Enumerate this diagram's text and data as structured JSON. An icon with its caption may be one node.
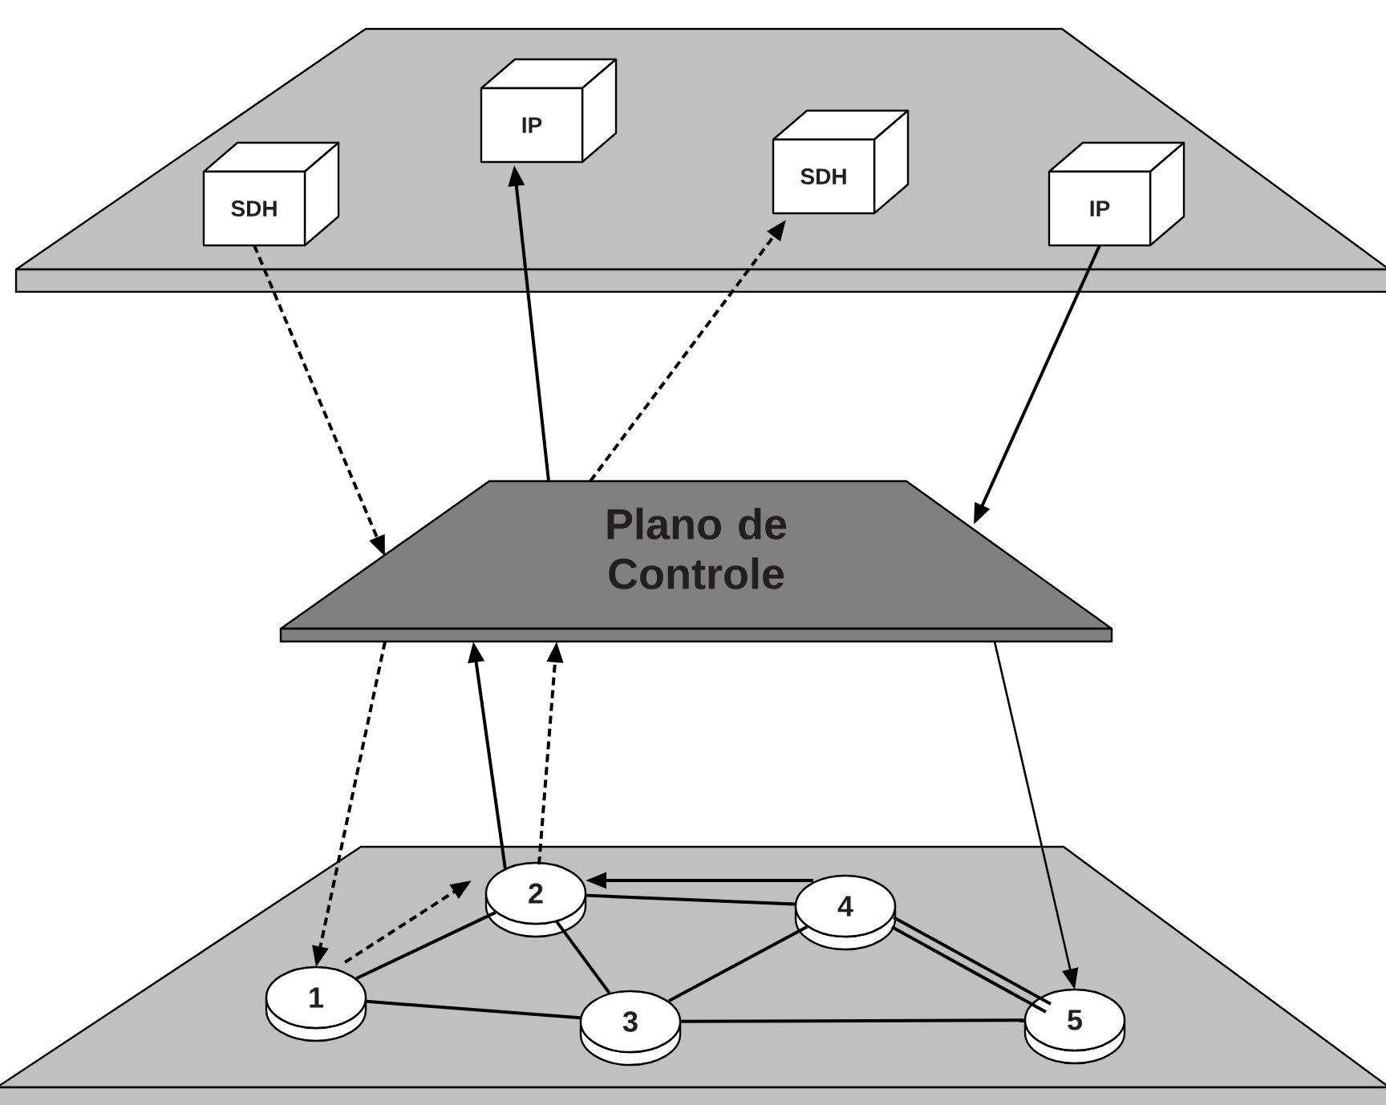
{
  "diagram": {
    "nodes": [
      {
        "text": [],
        "shape": "trapezoid"
      },
      {
        "text": [
          "SDH"
        ],
        "in": 0
      },
      {
        "text": [
          "IP"
        ],
        "in": 0
      },
      {
        "text": [
          "SDH"
        ],
        "in": 0
      },
      {
        "text": [
          "IP"
        ],
        "in": 0
      },
      {
        "text": [
          "Plano de Controle"
        ]
      },
      {
        "text": [],
        "shape": "trapezoid"
      },
      {
        "text": [
          "1"
        ],
        "in": 6
      },
      {
        "text": [
          "2"
        ],
        "in": 6
      },
      {
        "text": [
          "3"
        ],
        "in": 6
      },
      {
        "text": [
          "4"
        ],
        "in": 6
      },
      {
        "text": [
          "5"
        ],
        "in": 6
      }
    ],
    "edges": [
      {
        "from": 1,
        "to": 5,
        "arrow": "to",
        "style": "dashed"
      },
      {
        "from": 5,
        "to": 2,
        "arrow": "to"
      },
      {
        "from": 5,
        "to": 3,
        "arrow": "to",
        "style": "dashed"
      },
      {
        "from": 4,
        "to": 5,
        "arrow": "to"
      },
      {
        "from": 5,
        "to": 7,
        "arrow": "to",
        "style": "dashed"
      },
      {
        "from": 8,
        "to": 5,
        "arrow": "to"
      },
      {
        "from": 8,
        "to": 5,
        "arrow": "to",
        "style": "dashed"
      },
      {
        "from": 5,
        "to": 11,
        "arrow": "to"
      },
      {
        "from": 7,
        "to": 8,
        "arrow": "to",
        "style": "dashed"
      },
      {
        "from": 7,
        "to": 8,
        "arrow": "none"
      },
      {
        "from": 7,
        "to": 9,
        "arrow": "none"
      },
      {
        "from": 8,
        "to": 9,
        "arrow": "none"
      },
      {
        "from": 8,
        "to": 10,
        "arrow": "none"
      },
      {
        "from": 10,
        "to": 8,
        "arrow": "to"
      },
      {
        "from": 9,
        "to": 10,
        "arrow": "none"
      },
      {
        "from": 9,
        "to": 11,
        "arrow": "none"
      },
      {
        "from": 10,
        "to": 11,
        "arrow": "none"
      },
      {
        "from": 10,
        "to": 11,
        "arrow": "none"
      }
    ]
  }
}
